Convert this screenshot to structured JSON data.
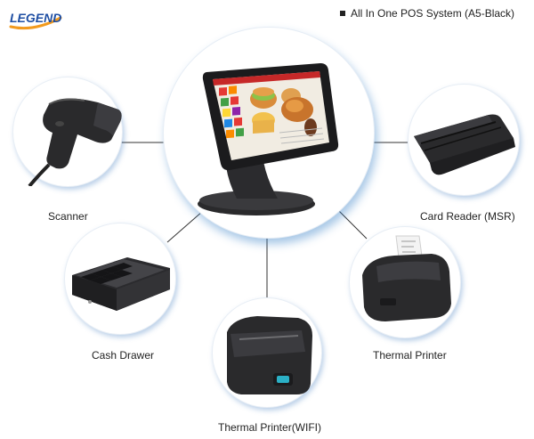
{
  "brand": {
    "logo_text": "LEGEND"
  },
  "headline": "All In One POS System (A5-Black)",
  "peripherals": {
    "scanner": "Scanner",
    "card_reader": "Card Reader (MSR)",
    "cash_drawer": "Cash Drawer",
    "thermal_printer": "Thermal Printer",
    "thermal_printer_wifi": "Thermal Printer(WIFI)"
  },
  "colors": {
    "accent_blue": "#3a86c8",
    "logo_blue": "#1f4fa3",
    "logo_orange": "#f29a1d",
    "device_black": "#1e1e20"
  }
}
